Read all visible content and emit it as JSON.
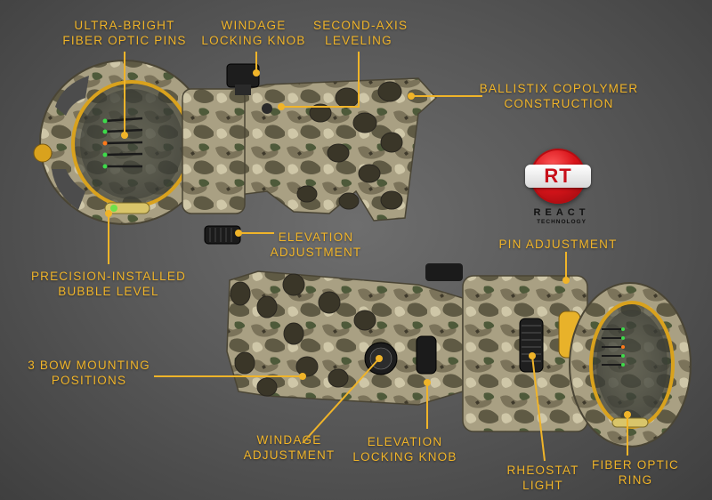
{
  "labels": {
    "fiber_pins": [
      "ULTRA-BRIGHT",
      "FIBER OPTIC PINS"
    ],
    "windage_knob": [
      "WINDAGE",
      "LOCKING KNOB"
    ],
    "second_axis": [
      "SECOND-AXIS",
      "LEVELING"
    ],
    "ballistix": [
      "BALLISTIX COPOLYMER",
      "CONSTRUCTION"
    ],
    "elevation_adj": [
      "ELEVATION",
      "ADJUSTMENT"
    ],
    "bubble_level": [
      "PRECISION-INSTALLED",
      "BUBBLE LEVEL"
    ],
    "pin_adjustment": "PIN ADJUSTMENT",
    "mounting": [
      "3 BOW MOUNTING",
      "POSITIONS"
    ],
    "windage_adj": [
      "WINDAGE",
      "ADJUSTMENT"
    ],
    "elevation_knob": [
      "ELEVATION",
      "LOCKING KNOB"
    ],
    "rheostat": [
      "RHEOSTAT",
      "LIGHT"
    ],
    "fiber_ring": [
      "FIBER OPTIC",
      "RING"
    ]
  },
  "logo": {
    "badge": "RT",
    "name": "REACT",
    "tagline": "TECHNOLOGY"
  },
  "colors": {
    "accent": "#f0b429",
    "background": "#5e5e5e",
    "logo_red": "#d9141a",
    "camo_light": "#b5ab8c",
    "camo_dark": "#5f5a44"
  }
}
